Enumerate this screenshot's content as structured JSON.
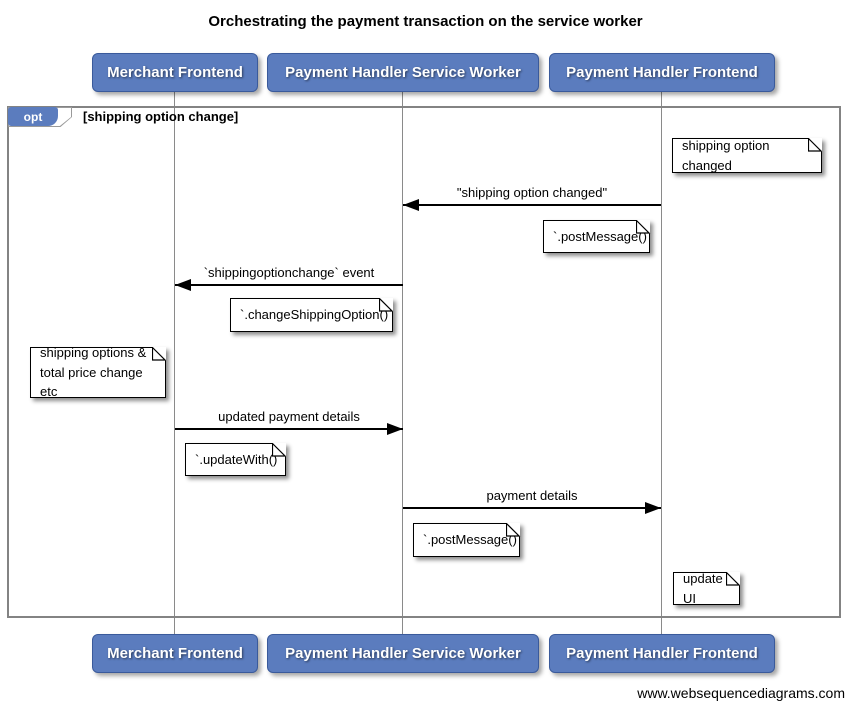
{
  "title": "Orchestrating the payment transaction on the service worker",
  "footer": "www.websequencediagrams.com",
  "fragment": {
    "operator": "opt",
    "condition": "[shipping option change]"
  },
  "actors": [
    {
      "id": "merchant-frontend",
      "label": "Merchant Frontend"
    },
    {
      "id": "payment-handler-service-worker",
      "label": "Payment Handler Service Worker"
    },
    {
      "id": "payment-handler-frontend",
      "label": "Payment Handler Frontend"
    }
  ],
  "messages": [
    {
      "label": "\"shipping option changed\"",
      "from": "Payment Handler Frontend",
      "to": "Payment Handler Service Worker",
      "direction": "left"
    },
    {
      "label": "`shippingoptionchange` event",
      "from": "Payment Handler Service Worker",
      "to": "Merchant Frontend",
      "direction": "left"
    },
    {
      "label": "updated payment details",
      "from": "Merchant Frontend",
      "to": "Payment Handler Service Worker",
      "direction": "right"
    },
    {
      "label": "payment details",
      "from": "Payment Handler Service Worker",
      "to": "Payment Handler Frontend",
      "direction": "right"
    }
  ],
  "notes": [
    {
      "text": "shipping option changed"
    },
    {
      "text": "`.postMessage()`"
    },
    {
      "text": "`.changeShippingOption()`"
    },
    {
      "lines": [
        "shipping options &",
        "total price change etc"
      ]
    },
    {
      "text": "`.updateWith()`"
    },
    {
      "text": "`.postMessage()`"
    },
    {
      "text": "update UI"
    }
  ],
  "colors": {
    "actor_fill": "#5b7cbe",
    "actor_border": "#3a5a9b",
    "frame_border": "#838383",
    "note_fill": "#ffffff",
    "text": "#000000"
  }
}
